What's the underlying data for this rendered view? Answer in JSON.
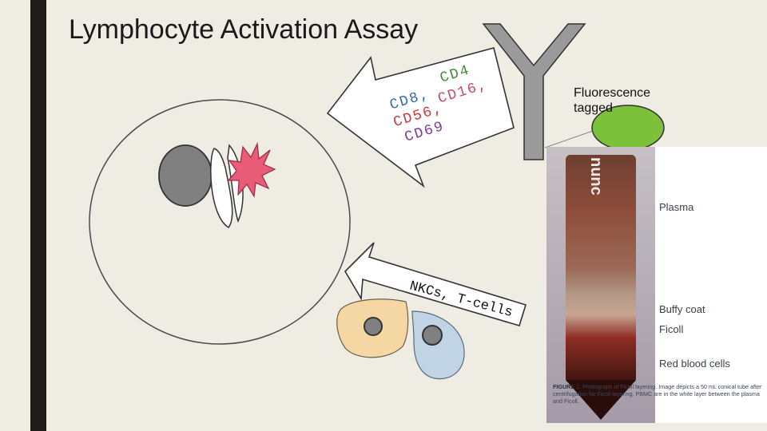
{
  "slide": {
    "title": "Lymphocyte Activation Assay"
  },
  "markers": {
    "cd4": "CD4",
    "cd8_a": "CD8,",
    "cd8_b": "CD16,",
    "cd56": "CD56,",
    "cd69": "CD69",
    "colors": {
      "cd4": "#3f8a3c",
      "cd8": "#2e6fa8",
      "cd16": "#c24a72",
      "cd56": "#c43a3a",
      "cd69": "#7a3d8c"
    }
  },
  "lower_arrow": {
    "label": "NKCs, T-cells"
  },
  "antibody": {
    "label_line1": "Fluorescence",
    "label_line2": "tagged",
    "tag_color": "#7dc13a"
  },
  "photo": {
    "tube_text": "nunc",
    "layers": {
      "plasma": "Plasma",
      "buffy": "Buffy coat",
      "ficoll": "Ficoll",
      "rbc": "Red blood cells"
    },
    "caption_lead": "FIGURE 1.",
    "caption_text": "Photograph of Ficoll layering. Image depicts a 50 mL conical tube after centrifugation for Ficoll layering. PBMC are in the white layer between the plasma and Ficoll."
  },
  "cells": {
    "cell_a_color": "#f5d7a3",
    "cell_b_color": "#c0d4e6",
    "nucleus_color": "#7f7f7f"
  }
}
